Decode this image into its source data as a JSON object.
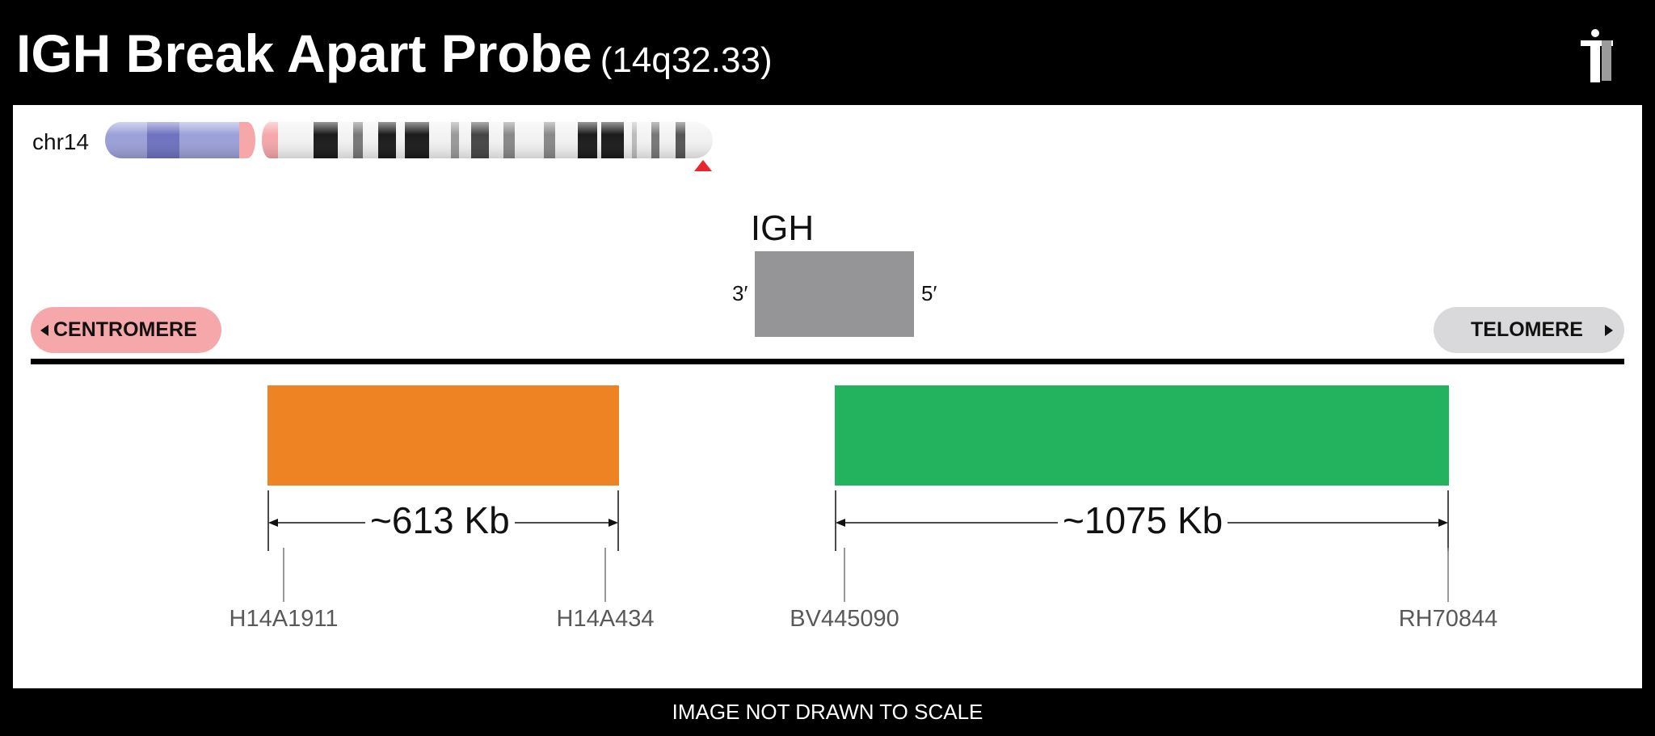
{
  "header": {
    "title": "IGH Break Apart Probe",
    "locus": "(14q32.33)",
    "logo_icon": "person-logo-icon"
  },
  "chromosome": {
    "label": "chr14",
    "centromere_color": "#8f93d0",
    "marker_color": "#e8262b"
  },
  "gene": {
    "name": "IGH",
    "left_end": "3′",
    "right_end": "5′",
    "color": "#959598"
  },
  "orientation": {
    "centromere": "CENTROMERE",
    "telomere": "TELOMERE"
  },
  "probes": [
    {
      "color": "#ee8324",
      "size": "~613 Kb",
      "markers": [
        "H14A1911",
        "H14A434"
      ]
    },
    {
      "color": "#23b35f",
      "size": "~1075 Kb",
      "markers": [
        "BV445090",
        "RH70844"
      ]
    }
  ],
  "footer": "IMAGE NOT DRAWN TO SCALE"
}
